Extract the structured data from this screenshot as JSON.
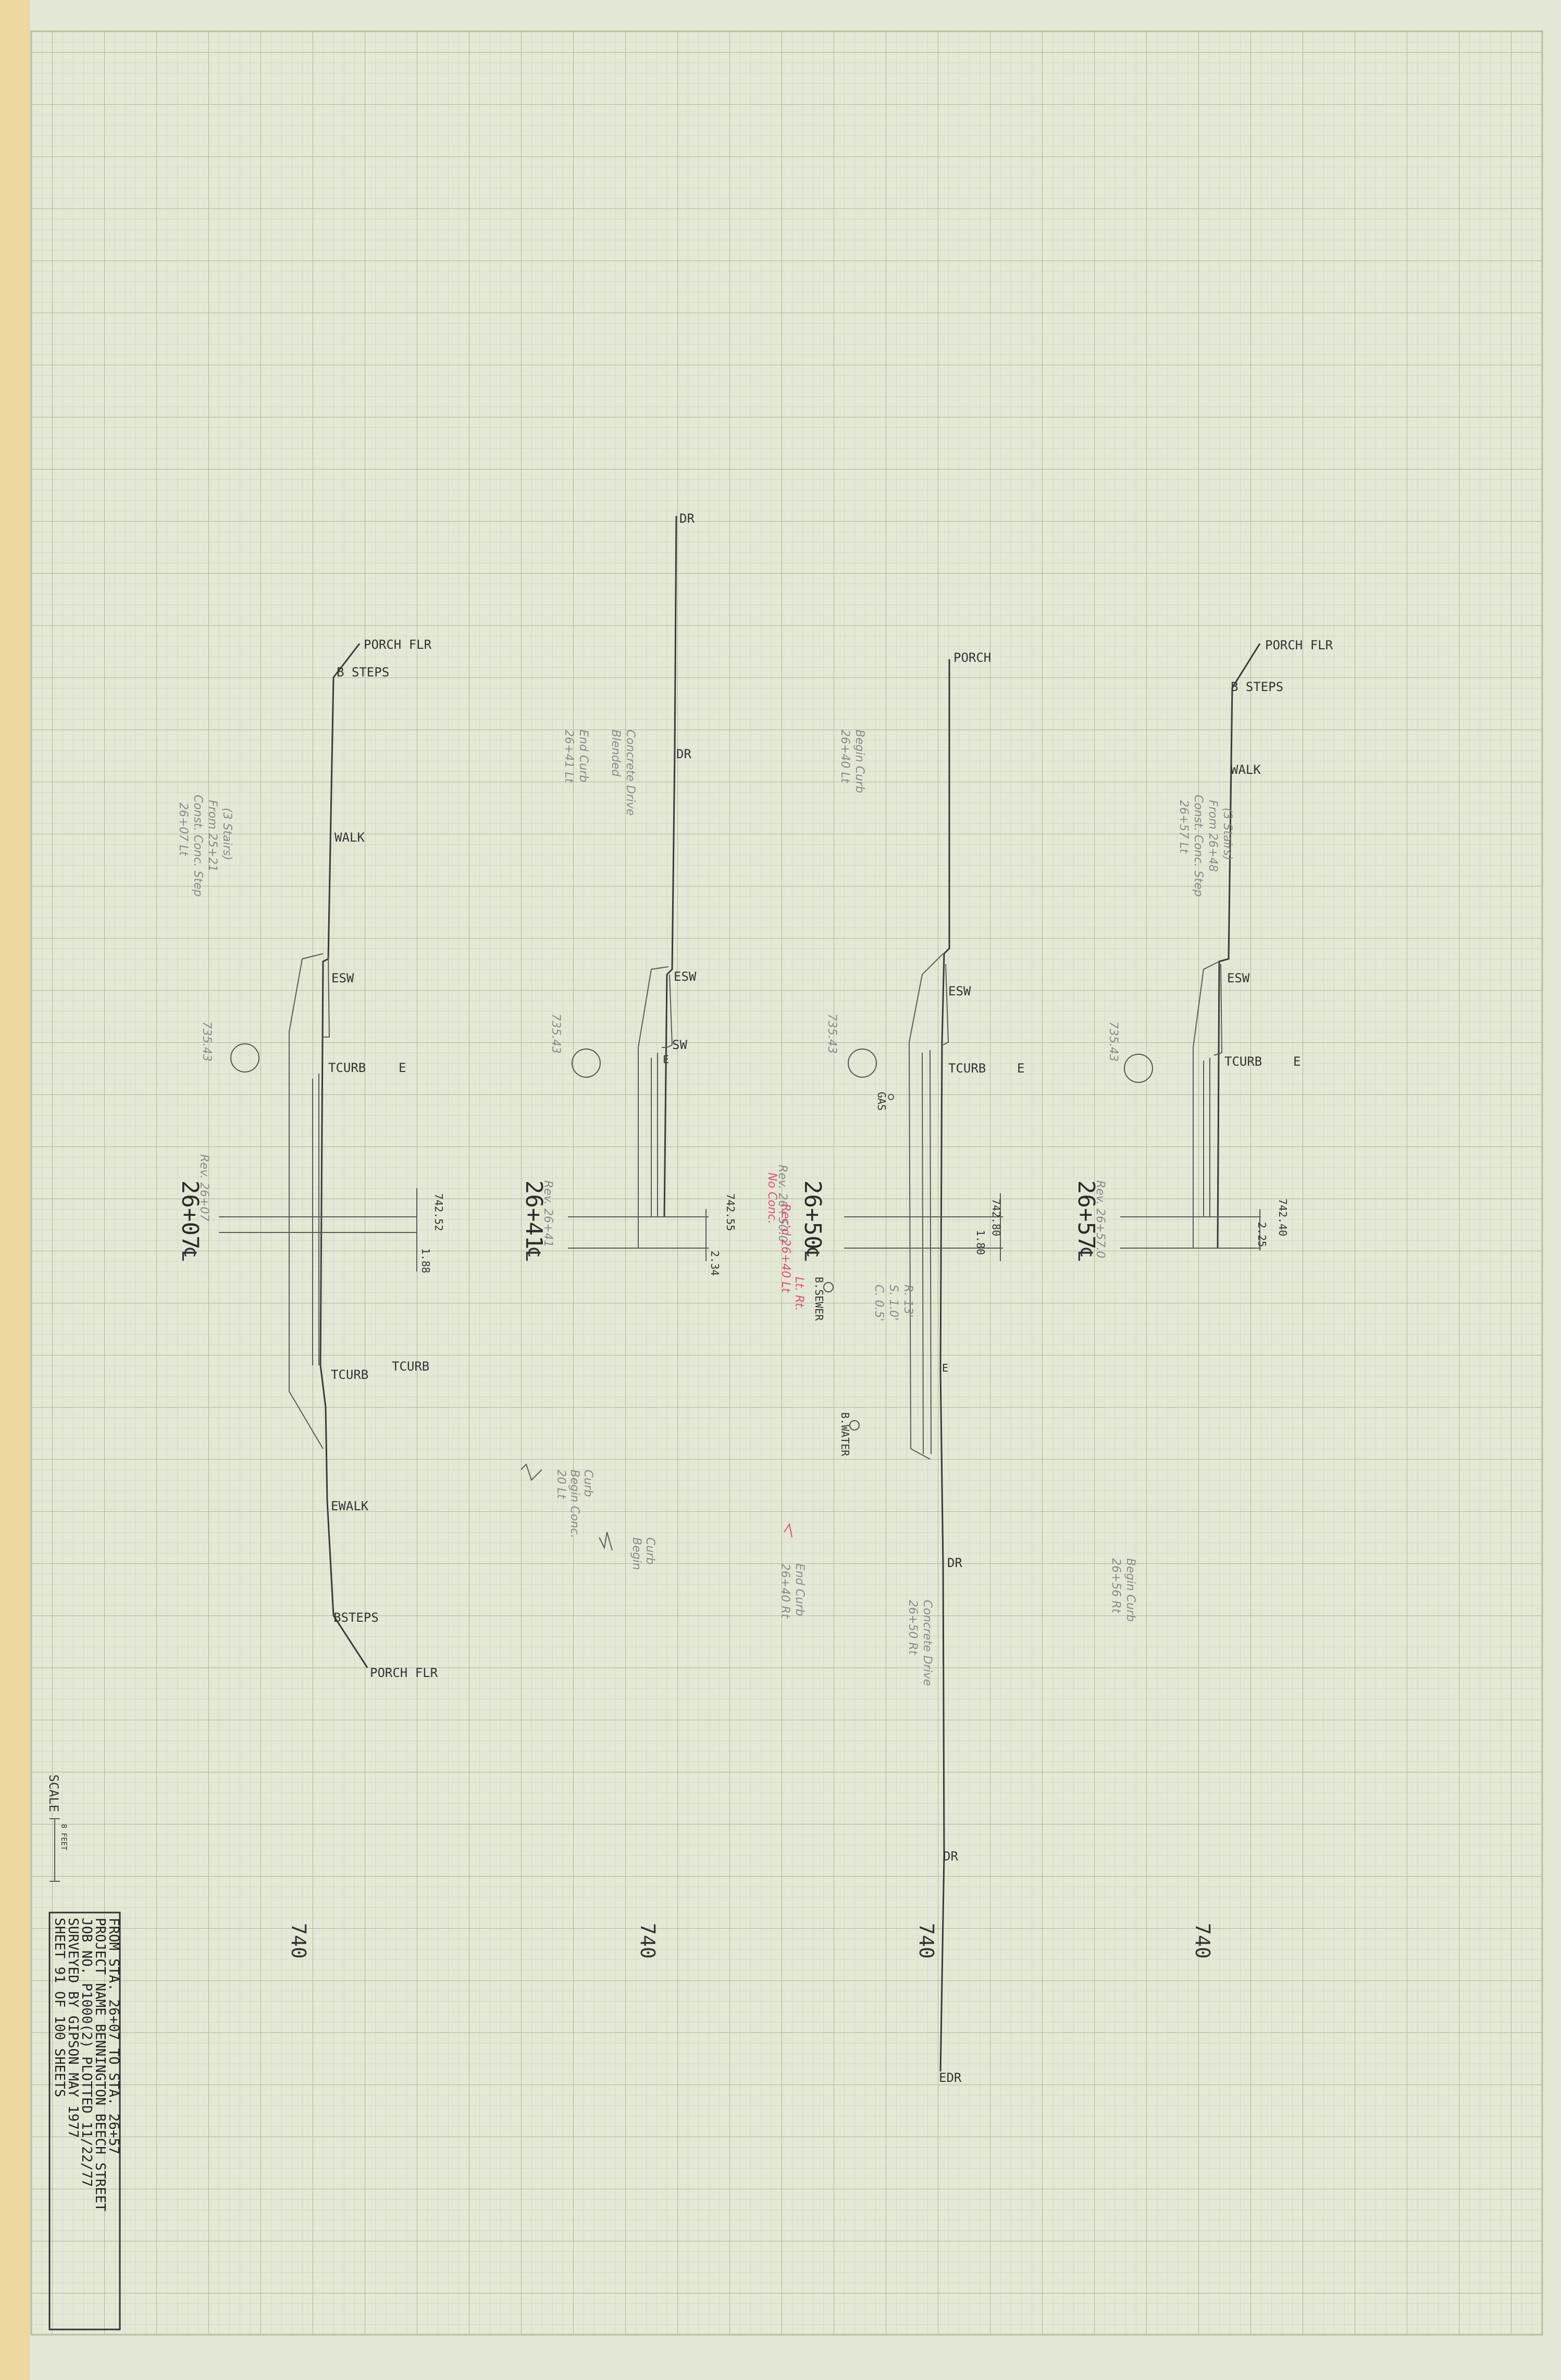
{
  "sections": [
    {
      "station": "26+07",
      "elevation": "740",
      "left_labels": [
        "PORCH FLR",
        "B STEPS",
        "WALK",
        "ESW",
        "TCURB",
        "E"
      ],
      "right_labels": [
        "TCURB",
        "TCURB",
        "EWALK",
        "BSTEPS",
        "PORCH FLR"
      ],
      "cl_value": "742.52",
      "cl_right": "1.88",
      "left_elev": "735.43",
      "notes": [
        "26+07 Lt",
        "Const. Conc. Step",
        "From 25+21",
        "(3 Stairs)"
      ],
      "rev": "Rev. 26+07"
    },
    {
      "station": "26+41",
      "elevation": "740",
      "left_labels": [
        "DR",
        "DR",
        "ESW",
        "SW",
        "E"
      ],
      "cl_value": "742.55",
      "cl_right": "2.34",
      "left_elev": "735.43",
      "notes": [
        "26+41 Lt",
        "End Curb",
        "Blended",
        "Concrete Drive"
      ],
      "rev": "Rev. 26+41",
      "note_b": [
        "20 Lt",
        "Begin Conc.",
        "Curb"
      ],
      "note_c": [
        "Begin",
        "Curb"
      ]
    },
    {
      "station": "26+50",
      "elevation": "740",
      "left_labels": [
        "PORCH",
        "ESW",
        "TCURB",
        "E",
        "E",
        "DR",
        "DR",
        "EDR"
      ],
      "cl_value": "742.80",
      "cl_right": "1.80",
      "left_elev": "735.43",
      "notes": [
        "26+40 Lt",
        "Begin Curb"
      ],
      "rev": "Rev. 26+50.0",
      "red_note": [
        "No Conc.",
        "Rec'd 26+40 Lt",
        "Lt. Rt."
      ],
      "utilities": [
        "GAS",
        "B.SEWER",
        "B.WATER"
      ],
      "misc": [
        "C. 0.5'",
        "S. 1.0'",
        "R. 13'"
      ],
      "note_d": [
        "26+40 Rt",
        "End Curb"
      ],
      "note_e": [
        "26+50 Rt",
        "Concrete Drive"
      ]
    },
    {
      "station": "26+57",
      "elevation": "740",
      "left_labels": [
        "PORCH FLR",
        "B STEPS",
        "WALK",
        "ESW",
        "TCURB",
        "E"
      ],
      "cl_value": "742.40",
      "cl_right": "2.25",
      "left_elev": "735.43",
      "notes": [
        "26+57 Lt",
        "Const. Conc. Step",
        "From 26+48",
        "(3 Stairs)"
      ],
      "rev": "Rev. 26+57.0",
      "note_f": [
        "26+56 Rt",
        "Begin Curb"
      ]
    }
  ],
  "scale_label": "SCALE",
  "scale_value": "8 FEET",
  "title_block": {
    "line1": "FROM STA. 26+07          TO STA. 26+57",
    "line2": "PROJECT NAME   BENNINGTON   BEECH STREET",
    "line3": "JOB NO.    P1000(2)         PLOTTED 11/22/77",
    "line4": "SURVEYED BY    GIPSON            MAY 1977",
    "line5": "SHEET 91 OF 100 SHEETS"
  },
  "colors": {
    "paper": "#e4e8d6",
    "grid_minor": "#c9d0b4",
    "grid_major": "#adb795",
    "ink": "#3a3a3a",
    "pencil": "#8a8a8a",
    "red_pencil": "#e0507a",
    "edge_tape": "#f2d28a"
  }
}
